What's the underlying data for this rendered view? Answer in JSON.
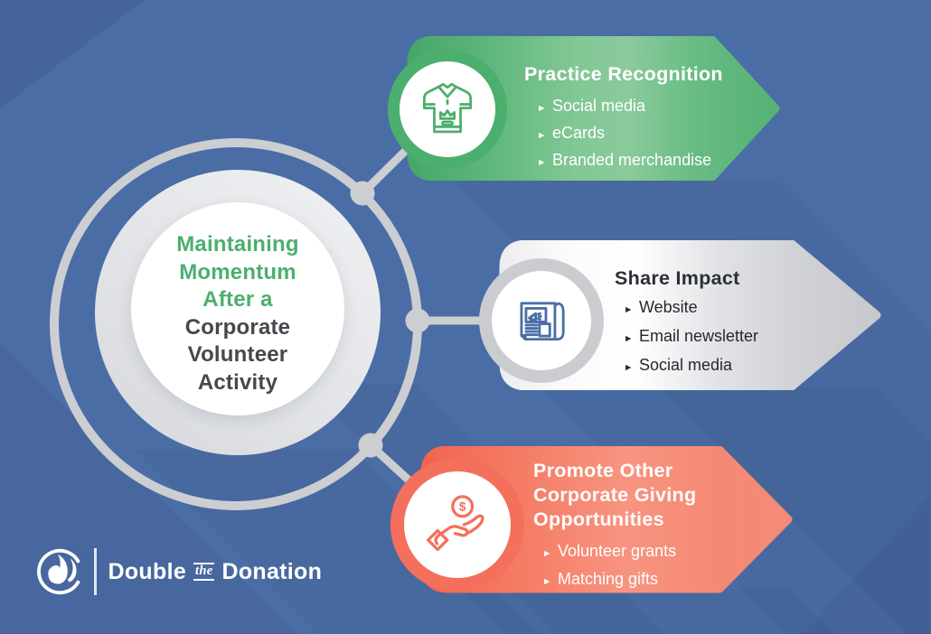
{
  "ui": {
    "bullet_marker": "►"
  },
  "colors": {
    "background": "#4b6da5",
    "green": "#4caf6d",
    "coral": "#f4705c",
    "connector_gray": "#ccced2",
    "icon_blue": "#4a6fa5",
    "center_green_text": "#4caf6e",
    "center_dark_text": "#45484c"
  },
  "center_circle": {
    "green_lines": [
      "Maintaining",
      "Momentum",
      "After a"
    ],
    "dark_lines": [
      "Corporate",
      "Volunteer",
      "Activity"
    ]
  },
  "banners": [
    {
      "id": "practice-recognition",
      "theme": "green",
      "icon": "polo-shirt-crown-icon",
      "title": "Practice Recognition",
      "bullets": [
        "Social media",
        "eCards",
        "Branded merchandise"
      ]
    },
    {
      "id": "share-impact",
      "theme": "gray",
      "icon": "newspaper-megaphone-icon",
      "title": "Share Impact",
      "bullets": [
        "Website",
        "Email newsletter",
        "Social media"
      ]
    },
    {
      "id": "promote-other-giving",
      "theme": "coral",
      "icon": "hand-dollar-coin-icon",
      "title": "Promote Other Corporate Giving Opportunities",
      "bullets": [
        "Volunteer grants",
        "Matching gifts"
      ]
    }
  ],
  "brand": {
    "icon": "double-the-donation-flame-icon",
    "first": "Double",
    "middle": "the",
    "last": "Donation"
  }
}
